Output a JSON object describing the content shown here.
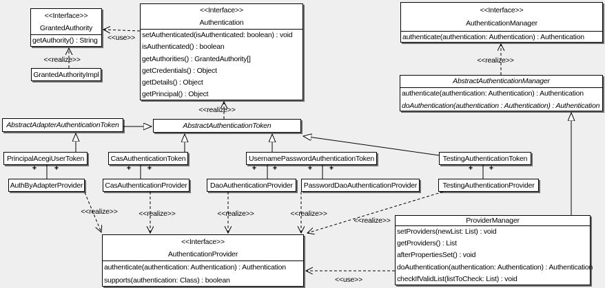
{
  "diagram": {
    "colors": {
      "background": "#efefef",
      "box_fill": "#ffffff",
      "line": "#000000"
    },
    "labels": {
      "use": "<<use>>",
      "realize": "<<realize>>",
      "plus": "+"
    },
    "classes": {
      "granted_authority": {
        "stereotype": "<<Interface>>",
        "name": "GrantedAuthority",
        "methods": [
          "getAuthority() : String"
        ]
      },
      "granted_authority_impl": {
        "name": "GrantedAuthorityImpl"
      },
      "authentication": {
        "stereotype": "<<Interface>>",
        "name": "Authentication",
        "methods": [
          "setAuthenticated(isAuthenticated: boolean) : void",
          "isAuthenticated() : boolean",
          "getAuthorities() : GrantedAuthority[]",
          "getCredentials() : Object",
          "getDetails() : Object",
          "getPrincipal() : Object"
        ]
      },
      "authentication_manager": {
        "stereotype": "<<Interface>>",
        "name": "AuthenticationManager",
        "methods": [
          "authenticate(authentication: Authentication) : Authentication"
        ]
      },
      "abstract_authentication_manager": {
        "name": "AbstractAuthenticationManager",
        "methods": [
          "authenticate(authentication: Authentication) : Authentication",
          "doAuthentication(authentication : Authentication) : Authentication"
        ]
      },
      "abstract_adapter_authentication_token": {
        "name": "AbstractAdapterAuthenticationToken"
      },
      "abstract_authentication_token": {
        "name": "AbstractAuthenticationToken"
      },
      "principal_acegi_user_token": {
        "name": "PrincipalAcegiUserToken"
      },
      "cas_authentication_token": {
        "name": "CasAuthenticationToken"
      },
      "username_password_authentication_token": {
        "name": "UsernamePasswordAuthenticationToken"
      },
      "testing_authentication_token": {
        "name": "TestingAuthenticationToken"
      },
      "auth_by_adapter_provider": {
        "name": "AuthByAdapterProvider"
      },
      "cas_authentication_provider": {
        "name": "CasAuthenticationProvider"
      },
      "dao_authentication_provider": {
        "name": "DaoAuthenticationProvider"
      },
      "password_dao_authentication_provider": {
        "name": "PasswordDaoAuthenticationProvider"
      },
      "testing_authentication_provider": {
        "name": "TestingAuthenticationProvider"
      },
      "authentication_provider": {
        "stereotype": "<<Interface>>",
        "name": "AuthenticationProvider",
        "methods": [
          "authenticate(authentication: Authentication) : Authentication",
          "supports(authentication: Class) : boolean"
        ]
      },
      "provider_manager": {
        "name": "ProviderManager",
        "methods": [
          "setProviders(newList: List) : void",
          "getProviders() : List",
          "afterPropertiesSet() : void",
          "doAuthentication(authentication: Authentication) : Authentication",
          "checkIfValidList(listToCheck: List) : void"
        ]
      }
    }
  }
}
